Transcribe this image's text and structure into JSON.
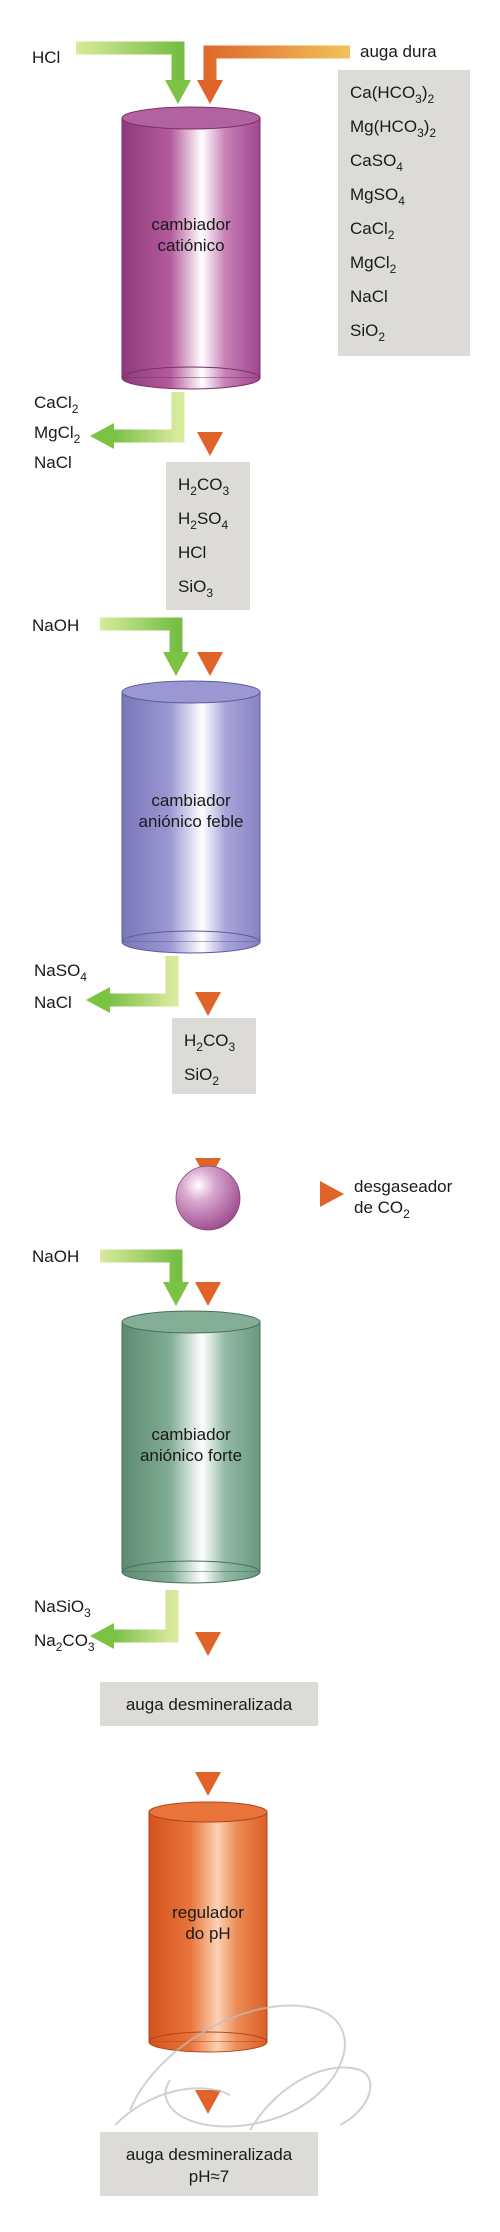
{
  "inputs": {
    "hcl": "HCl",
    "hard_water": "auga dura",
    "naoh_1": "NaOH",
    "naoh_2": "NaOH"
  },
  "hard_water_ions": [
    {
      "base": "Ca(HCO",
      "sub": "3",
      "tail": ")",
      "sub2": "2"
    },
    {
      "base": "Mg(HCO",
      "sub": "3",
      "tail": ")",
      "sub2": "2"
    },
    {
      "base": "CaSO",
      "sub": "4"
    },
    {
      "base": "MgSO",
      "sub": "4"
    },
    {
      "base": "CaCl",
      "sub": "2"
    },
    {
      "base": "MgCl",
      "sub": "2"
    },
    {
      "base": "NaCl"
    },
    {
      "base": "SiO",
      "sub": "2"
    }
  ],
  "tanks": {
    "cation": {
      "line1": "cambiador",
      "line2": "catiónico",
      "color": "#a8488e"
    },
    "weak_anion": {
      "line1": "cambiador",
      "line2": "aniónico feble",
      "color": "#8a85c6"
    },
    "strong_anion": {
      "line1": "cambiador",
      "line2": "aniónico forte",
      "color": "#6f9d84"
    },
    "ph": {
      "line1": "regulador",
      "line2": "do pH",
      "color": "#e0632a"
    }
  },
  "waste_1": [
    {
      "base": "CaCl",
      "sub": "2"
    },
    {
      "base": "MgCl",
      "sub": "2"
    },
    {
      "base": "NaCl"
    }
  ],
  "acids": [
    {
      "pre": "H",
      "presub": "2",
      "base": "CO",
      "sub": "3"
    },
    {
      "pre": "H",
      "presub": "2",
      "base": "SO",
      "sub": "4"
    },
    {
      "base": "HCl"
    },
    {
      "base": "SiO",
      "sub": "3"
    }
  ],
  "waste_2": [
    {
      "base": "NaSO",
      "sub": "4"
    },
    {
      "base": "NaCl"
    }
  ],
  "after_weak": [
    {
      "pre": "H",
      "presub": "2",
      "base": "CO",
      "sub": "3"
    },
    {
      "base": "SiO",
      "sub": "2"
    }
  ],
  "degasser": {
    "line1": "desgaseador",
    "line2_base": "de CO",
    "line2_sub": "2"
  },
  "waste_3": [
    {
      "base": "NaSiO",
      "sub": "3"
    },
    {
      "pre": "Na",
      "presub": "2",
      "base": "CO",
      "sub": "3"
    }
  ],
  "demineralized": "auga desmineralizada",
  "final": {
    "line1": "auga desmineralizada",
    "line2": "pH≈7"
  },
  "colors": {
    "green": "#7cc243",
    "orange": "#e0632a",
    "panel": "#dcdbd8"
  }
}
